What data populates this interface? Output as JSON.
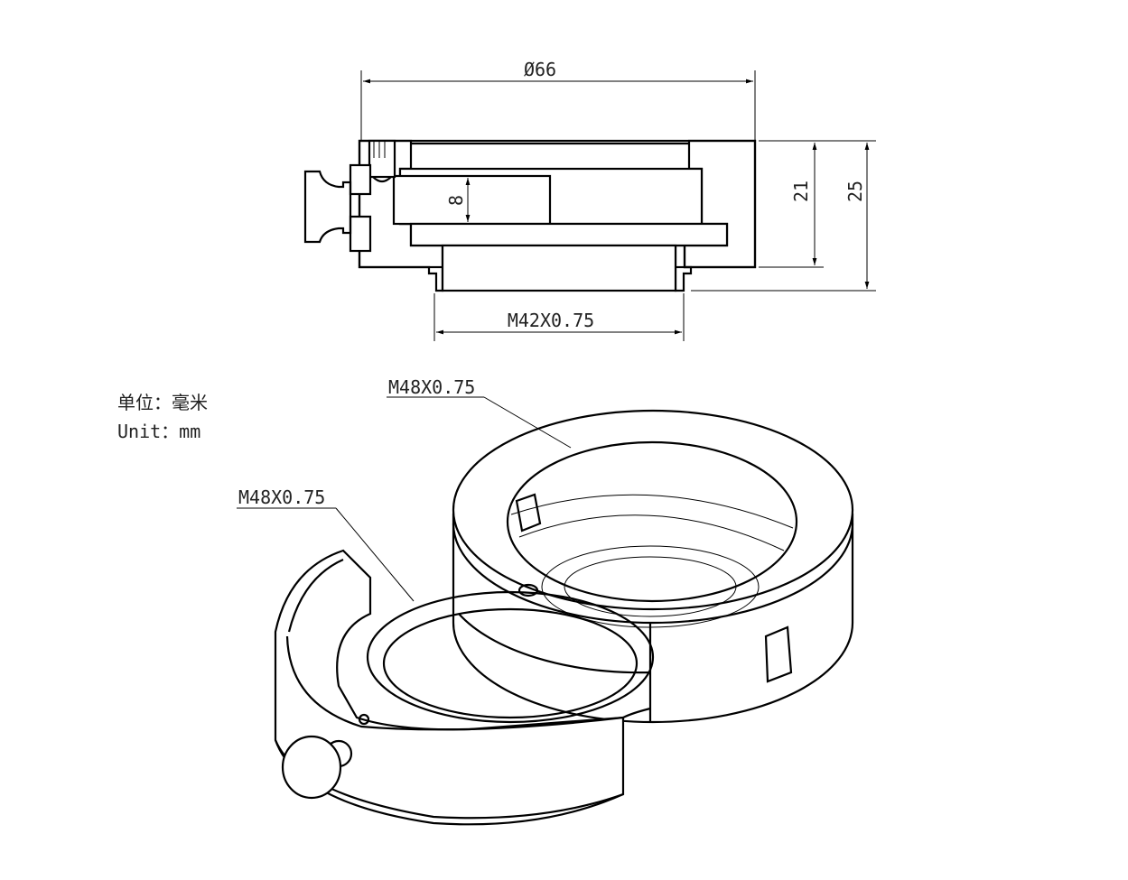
{
  "section_view": {
    "diameter_label": "Ø66",
    "inner_height_label": "8",
    "height_21_label": "21",
    "height_25_label": "25",
    "thread_bottom_label": "M42X0.75"
  },
  "units": {
    "chinese": "单位：毫米",
    "english": "Unit：mm"
  },
  "isometric_view": {
    "ring_thread_label": "M48X0.75",
    "clamp_thread_label": "M48X0.75"
  }
}
